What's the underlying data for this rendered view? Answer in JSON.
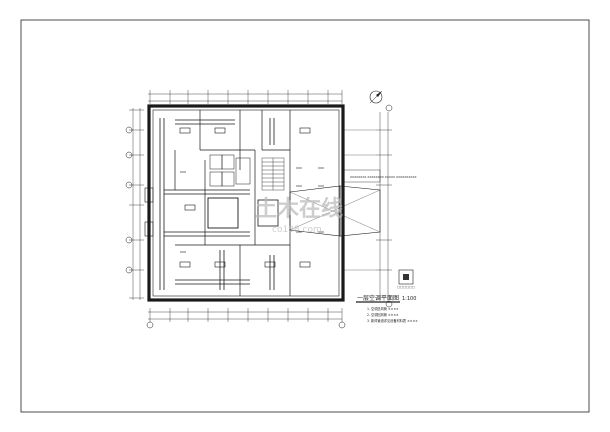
{
  "drawing": {
    "title": "一层空调平面图",
    "scale": "1:100",
    "notes": [
      "1. 空调送风管 ××××",
      "2. 空调回风管 ××××",
      "3. 新风管道详见设备材料表 ××××"
    ],
    "key_plan_label": "□□□□□□",
    "callout": "XXXXXXXX XXXXXXXX XXXXX XXXXXXXXXX",
    "watermark_main": "土木在线",
    "watermark_sub": "co188.com"
  },
  "colors": {
    "paper": "#ffffff",
    "line": "#1a1a1a",
    "watermark": "#b9b9b9"
  },
  "icons": [
    "north-arrow-icon"
  ]
}
